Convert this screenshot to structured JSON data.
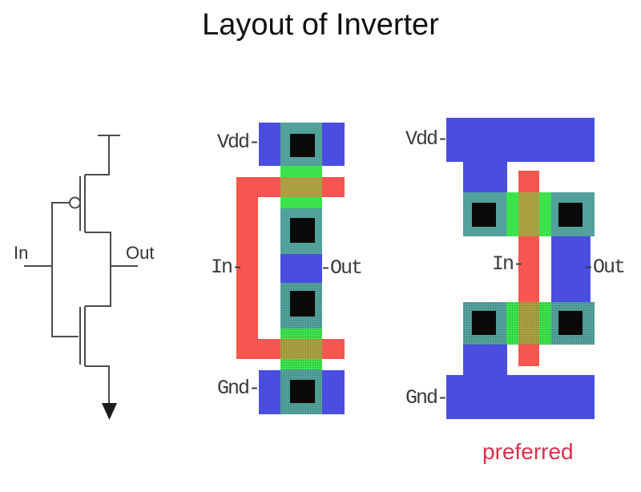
{
  "title": "Layout of Inverter",
  "schematic": {
    "in": "In",
    "out": "Out"
  },
  "middle": {
    "vdd": "Vdd-",
    "in": "In-",
    "out": "-Out",
    "gnd": "Gnd-"
  },
  "right": {
    "vdd": "Vdd-",
    "in": "In-",
    "out": "-Out",
    "gnd": "Gnd-",
    "caption": "preferred"
  },
  "colors": {
    "metal_blue": "#4a4de0",
    "active_teal": "#52a19a",
    "select_green": "#3ce24c",
    "poly_red": "#f7554f",
    "poly_over_active": "#ab9f42",
    "contact_black": "#0a0a0a",
    "label_text": "#3a3a3a",
    "schematic_line": "#4c4c4c",
    "preferred_text": "#dd2e4c",
    "title_text": "#111111"
  }
}
